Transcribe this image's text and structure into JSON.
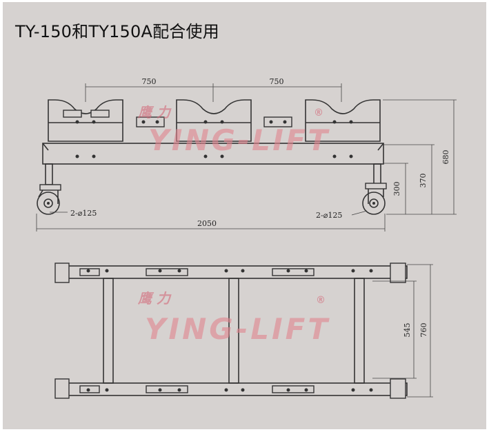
{
  "title": "TY-150和TY150A配合使用",
  "watermark": {
    "text": "YING-LIFT",
    "chinese": "鹰 力",
    "registered": "®",
    "color": "#e0848f"
  },
  "dimensions": {
    "spacing_left": "750",
    "spacing_right": "750",
    "height_total": "680",
    "height_mid": "370",
    "height_low": "300",
    "length_total": "2050",
    "caster_left": "2-⌀125",
    "caster_right": "2-⌀125",
    "width_inner": "545",
    "width_outer": "760"
  }
}
